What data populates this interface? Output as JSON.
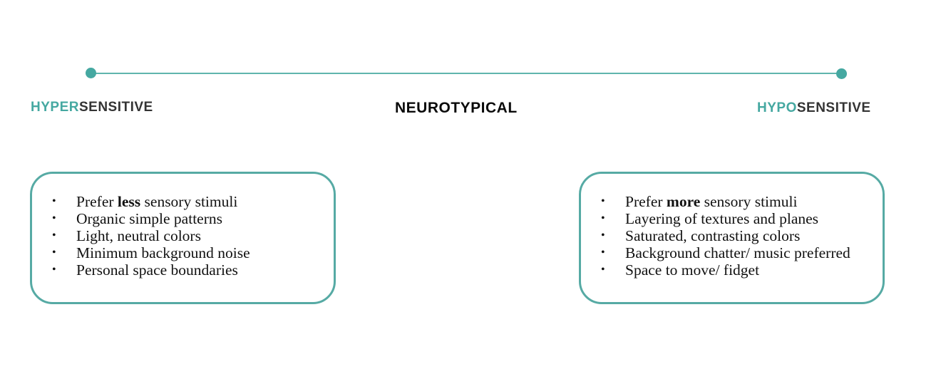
{
  "spectrum": {
    "left_label": {
      "accent": "HYPER",
      "rest": "SENSITIVE"
    },
    "center_label": "NEUROTYPICAL",
    "right_label": {
      "accent": "HYPO",
      "rest": "SENSITIVE"
    },
    "accent_color": "#45a8a1"
  },
  "left_box": {
    "items": [
      {
        "pre": "Prefer ",
        "bold": "less",
        "post": " sensory stimuli"
      },
      {
        "pre": "Organic simple patterns",
        "bold": "",
        "post": ""
      },
      {
        "pre": "Light, neutral colors",
        "bold": "",
        "post": ""
      },
      {
        "pre": "Minimum background noise",
        "bold": "",
        "post": ""
      },
      {
        "pre": "Personal space boundaries",
        "bold": "",
        "post": ""
      }
    ]
  },
  "right_box": {
    "items": [
      {
        "pre": "Prefer ",
        "bold": "more",
        "post": " sensory stimuli"
      },
      {
        "pre": "Layering of textures and planes",
        "bold": "",
        "post": ""
      },
      {
        "pre": "Saturated, contrasting colors",
        "bold": "",
        "post": ""
      },
      {
        "pre": "Background chatter/ music preferred",
        "bold": "",
        "post": ""
      },
      {
        "pre": "Space to move/ fidget",
        "bold": "",
        "post": ""
      }
    ]
  }
}
